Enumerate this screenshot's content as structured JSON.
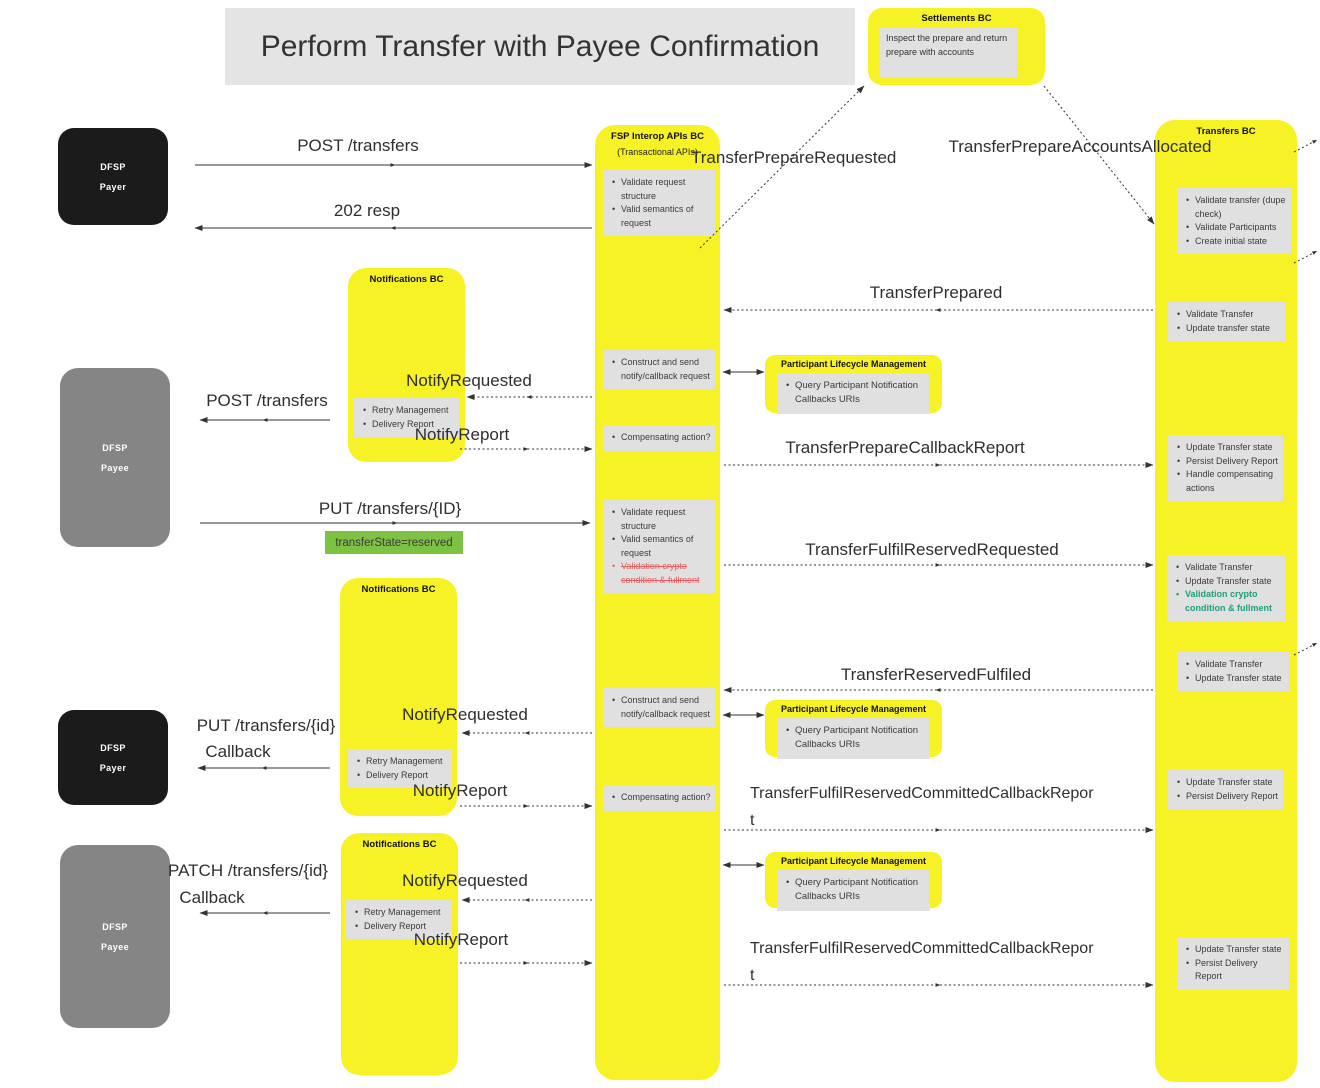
{
  "title": "Perform Transfer with Payee Confirmation",
  "settlements": {
    "header": "Settlements BC",
    "note": "Inspect the prepare and return prepare with accounts"
  },
  "actors": {
    "payer": {
      "line1": "DFSP",
      "line2": "Payer"
    },
    "payee": {
      "line1": "DFSP",
      "line2": "Payee"
    }
  },
  "notifications": {
    "header": "Notifications BC",
    "items": [
      "Retry Management",
      "Delivery Report"
    ]
  },
  "plm": {
    "header": "Participant Lifecycle Management",
    "items": [
      "Query Participant Notification Callbacks URIs"
    ]
  },
  "fsp": {
    "header": "FSP Interop APIs BC",
    "subheader": "(Transactional APIs)",
    "boxes": [
      [
        "Validate request structure",
        "Valid semantics of request"
      ],
      [
        "Construct and send notify/callback request"
      ],
      [
        "Compensating action?"
      ],
      [
        "Validate request structure",
        "Valid semantics of request",
        {
          "text": "Validation crypto condition & fullment",
          "class": "strike"
        }
      ],
      [
        "Construct and send notify/callback request"
      ],
      [
        "Compensating action?"
      ]
    ]
  },
  "transfers": {
    "header": "Transfers BC",
    "boxes": [
      [
        "Validate transfer (dupe check)",
        "Validate Participants",
        "Create initial state"
      ],
      [
        "Validate Transfer",
        "Update transfer state"
      ],
      [
        "Update Transfer state",
        "Persist Delivery Report",
        "Handle compensating actions"
      ],
      [
        "Validate Transfer",
        "Update Transfer state",
        {
          "text": "Validation crypto condition & fullment",
          "class": "teal"
        }
      ],
      [
        "Validate Transfer",
        "Update Transfer state"
      ],
      [
        "Update Transfer state",
        "Persist Delivery Report"
      ],
      [
        "Update Transfer state",
        "Persist Delivery Report"
      ]
    ]
  },
  "messages": {
    "post_transfers": "POST /transfers",
    "resp_202": "202 resp",
    "transfer_prepare_requested": "TransferPrepareRequested",
    "transfer_prepare_accounts_allocated": "TransferPrepareAccountsAllocated",
    "transfer_prepared": "TransferPrepared",
    "notify_requested": "NotifyRequested",
    "notify_report": "NotifyReport",
    "transfer_prepare_callback_report": "TransferPrepareCallbackReport",
    "put_transfers_id": "PUT /transfers/{ID}",
    "transfer_state_reserved": "transferState=reserved",
    "transfer_fulfil_reserved_requested": "TransferFulfilReservedRequested",
    "transfer_reserved_fulfiled": "TransferReservedFulfiled",
    "put_transfers_id_lc": "PUT /transfers/{id}",
    "callback": "Callback",
    "patch_transfers_id": "PATCH /transfers/{id}",
    "transfer_fulfil_reserved_committed_callback_report": "TransferFulfilReservedCommittedCallbackReport"
  },
  "colors": {
    "yellow": "#F7F226",
    "note-gray": "#E0E0E0",
    "title-gray": "#E4E4E4",
    "actor-black": "#1B1B1B",
    "actor-gray": "#858585",
    "green": "#7DC242",
    "teal": "#1FA07C",
    "red": "#E06060",
    "ink": "#2F2F2F"
  }
}
